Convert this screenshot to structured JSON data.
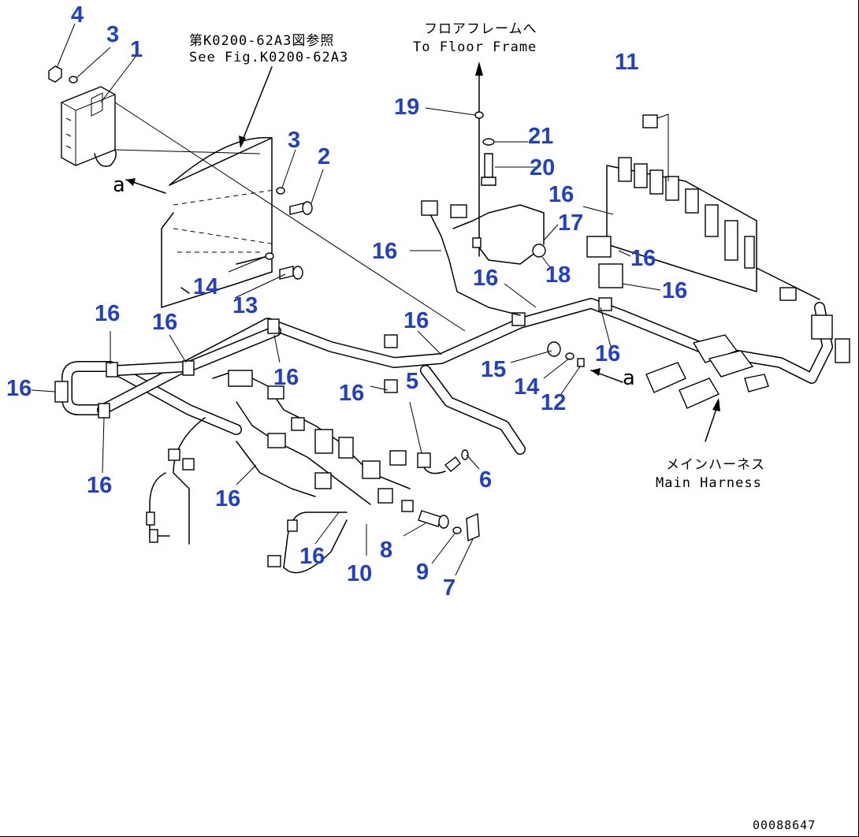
{
  "figure_id": "00088647",
  "notes": {
    "see_fig_jp": "第K0200-62A3図参照",
    "see_fig_en": "See Fig.K0200-62A3",
    "floor_frame_jp": "フロアフレームへ",
    "floor_frame_en": "To Floor Frame",
    "main_harness_jp": "メインハーネス",
    "main_harness_en": "Main Harness",
    "detail_a": "a"
  },
  "callouts": {
    "n1": "1",
    "n2": "2",
    "n3a": "3",
    "n3b": "3",
    "n4": "4",
    "n5": "5",
    "n6": "6",
    "n7": "7",
    "n8": "8",
    "n9": "9",
    "n10": "10",
    "n11": "11",
    "n12": "12",
    "n13": "13",
    "n14a": "14",
    "n14b": "14",
    "n15": "15",
    "n16a": "16",
    "n16b": "16",
    "n16c": "16",
    "n16d": "16",
    "n16e": "16",
    "n16f": "16",
    "n16g": "16",
    "n16h": "16",
    "n16i": "16",
    "n16j": "16",
    "n16k": "16",
    "n16l": "16",
    "n16m": "16",
    "n16n": "16",
    "n17": "17",
    "n18": "18",
    "n19": "19",
    "n20": "20",
    "n21": "21"
  },
  "colors": {
    "callout": "#1f3fd0",
    "line": "#000000",
    "background": "#ffffff"
  }
}
